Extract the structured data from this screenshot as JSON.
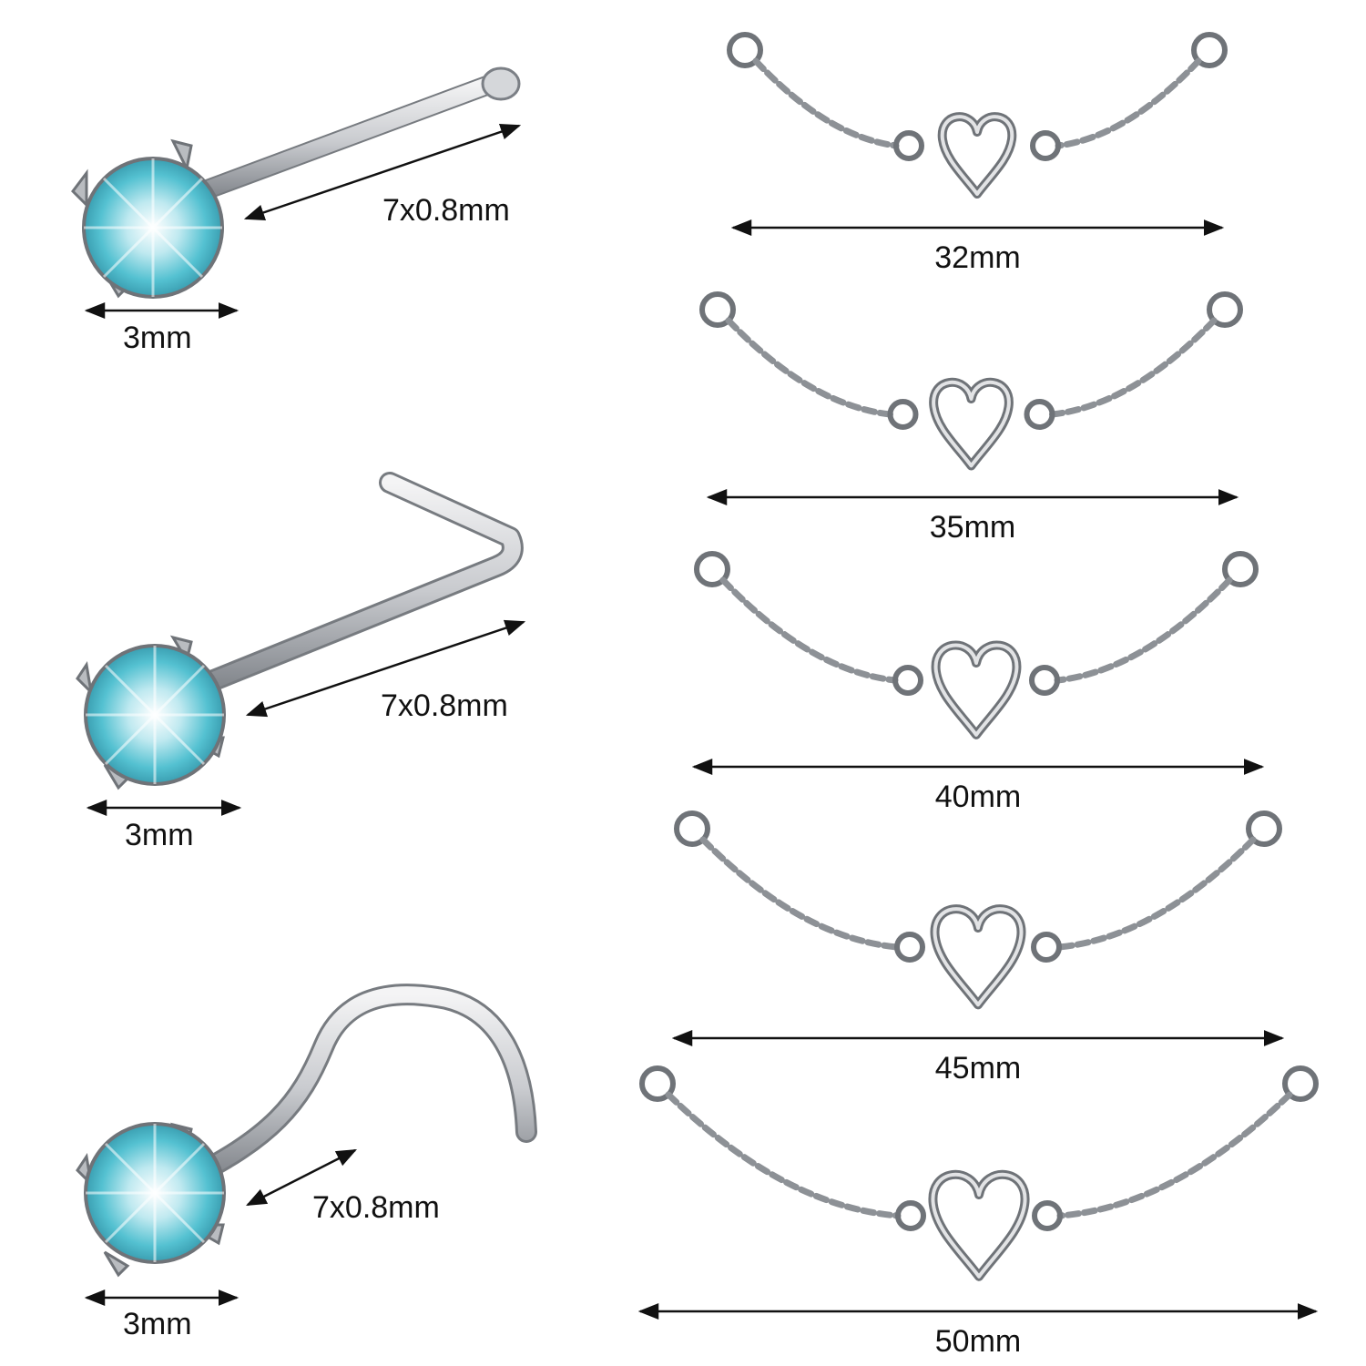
{
  "colors": {
    "background": "#ffffff",
    "metal": "#c4c6ca",
    "metal_dark": "#6f7378",
    "gem": "#5cc6d4",
    "arrow": "#111111"
  },
  "studs": [
    {
      "kind": "straight-bone",
      "width_label": "3mm",
      "bar_label": "7x0.8mm"
    },
    {
      "kind": "l-shape",
      "width_label": "3mm",
      "bar_label": "7x0.8mm"
    },
    {
      "kind": "screw",
      "width_label": "3mm",
      "bar_label": "7x0.8mm"
    }
  ],
  "chains": [
    {
      "length_label": "32mm"
    },
    {
      "length_label": "35mm"
    },
    {
      "length_label": "40mm"
    },
    {
      "length_label": "45mm"
    },
    {
      "length_label": "50mm"
    }
  ]
}
